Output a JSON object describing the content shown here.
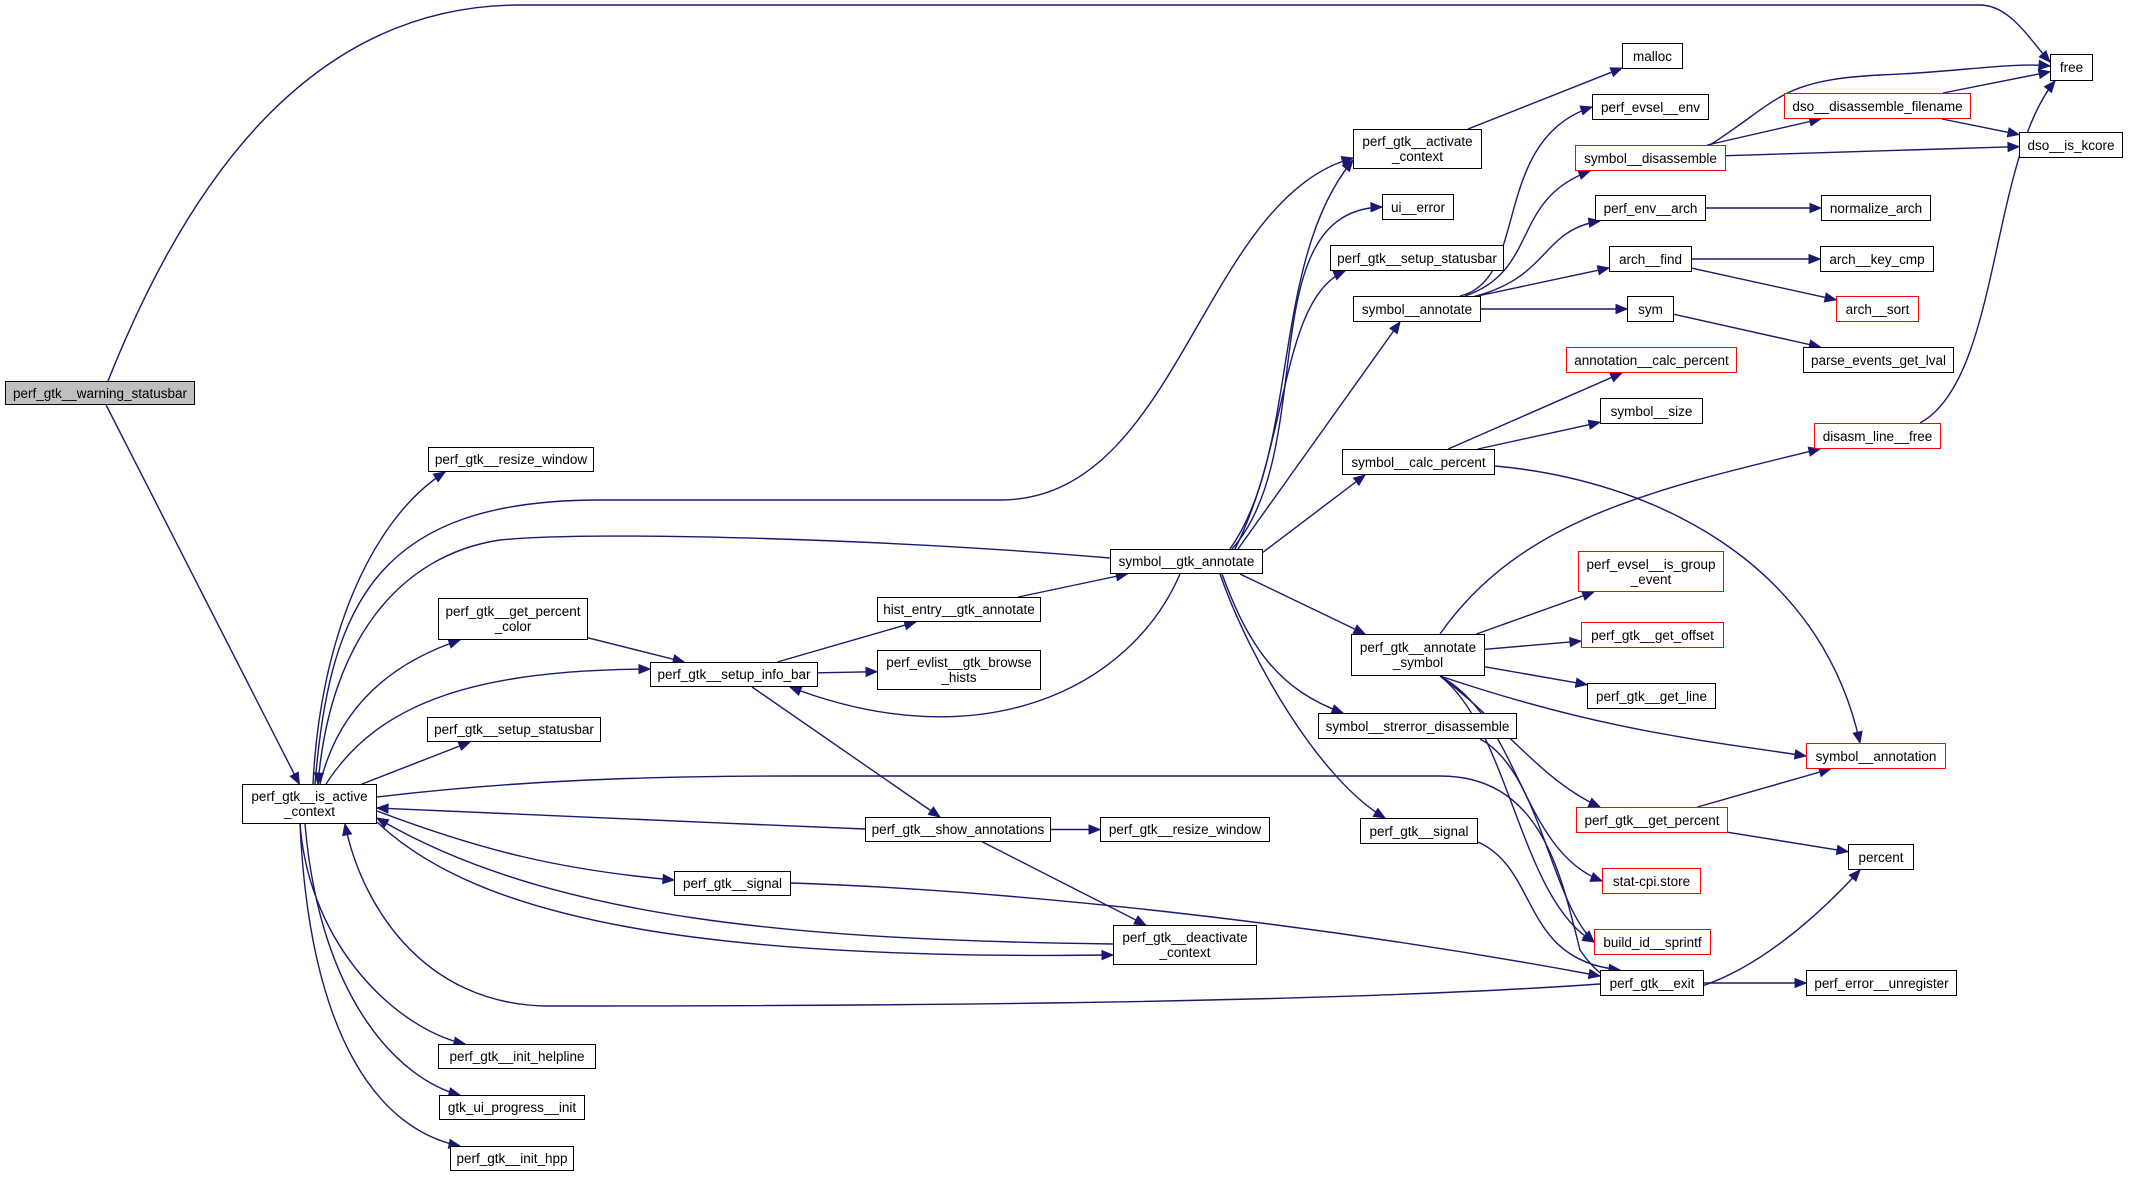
{
  "graph": {
    "edge_color": "#191970",
    "root_fill": "#bfbfbf",
    "incomplete_border": "#ff0000",
    "nodes": {
      "warning_statusbar": {
        "lines": [
          "perf_gtk__warning_statusbar"
        ],
        "style": "root"
      },
      "is_active_context": {
        "lines": [
          "perf_gtk__is_active",
          "_context"
        ]
      },
      "resize_window_a": {
        "lines": [
          "perf_gtk__resize_window"
        ]
      },
      "get_percent_color": {
        "lines": [
          "perf_gtk__get_percent",
          "_color"
        ]
      },
      "setup_statusbar_a": {
        "lines": [
          "perf_gtk__setup_statusbar"
        ]
      },
      "setup_info_bar": {
        "lines": [
          "perf_gtk__setup_info_bar"
        ]
      },
      "hist_entry_annotate": {
        "lines": [
          "hist_entry__gtk_annotate"
        ]
      },
      "evlist_browse_hists": {
        "lines": [
          "perf_evlist__gtk_browse",
          "_hists"
        ]
      },
      "show_annotations": {
        "lines": [
          "perf_gtk__show_annotations"
        ]
      },
      "resize_window_b": {
        "lines": [
          "perf_gtk__resize_window"
        ]
      },
      "signal_a": {
        "lines": [
          "perf_gtk__signal"
        ]
      },
      "deactivate_context": {
        "lines": [
          "perf_gtk__deactivate",
          "_context"
        ]
      },
      "init_helpline": {
        "lines": [
          "perf_gtk__init_helpline"
        ]
      },
      "progress_init": {
        "lines": [
          "gtk_ui_progress__init"
        ]
      },
      "init_hpp": {
        "lines": [
          "perf_gtk__init_hpp"
        ]
      },
      "symbol_gtk_annotate": {
        "lines": [
          "symbol__gtk_annotate"
        ]
      },
      "activate_context": {
        "lines": [
          "perf_gtk__activate",
          "_context"
        ]
      },
      "malloc": {
        "lines": [
          "malloc"
        ]
      },
      "ui_error": {
        "lines": [
          "ui__error"
        ]
      },
      "setup_statusbar_b": {
        "lines": [
          "perf_gtk__setup_statusbar"
        ]
      },
      "symbol_annotate": {
        "lines": [
          "symbol__annotate"
        ]
      },
      "symbol_calc_percent": {
        "lines": [
          "symbol__calc_percent"
        ]
      },
      "annotate_symbol": {
        "lines": [
          "perf_gtk__annotate",
          "_symbol"
        ]
      },
      "strerror_disassemble": {
        "lines": [
          "symbol__strerror_disassemble"
        ]
      },
      "signal_b": {
        "lines": [
          "perf_gtk__signal"
        ]
      },
      "exit": {
        "lines": [
          "perf_gtk__exit"
        ]
      },
      "perf_evsel_env": {
        "lines": [
          "perf_evsel__env"
        ]
      },
      "symbol_disassemble": {
        "lines": [
          "symbol__disassemble"
        ],
        "style": "red"
      },
      "perf_env_arch": {
        "lines": [
          "perf_env__arch"
        ]
      },
      "arch_find": {
        "lines": [
          "arch__find"
        ]
      },
      "sym": {
        "lines": [
          "sym"
        ]
      },
      "annotation_calc_percent": {
        "lines": [
          "annotation__calc_percent"
        ],
        "style": "red"
      },
      "symbol_size": {
        "lines": [
          "symbol__size"
        ]
      },
      "is_group_event": {
        "lines": [
          "perf_evsel__is_group",
          "_event"
        ],
        "style": "red"
      },
      "get_offset": {
        "lines": [
          "perf_gtk__get_offset"
        ],
        "style": "red"
      },
      "get_line": {
        "lines": [
          "perf_gtk__get_line"
        ]
      },
      "get_percent": {
        "lines": [
          "perf_gtk__get_percent"
        ],
        "style": "red"
      },
      "stat_cpi_store": {
        "lines": [
          "stat-cpi.store"
        ],
        "style": "red"
      },
      "build_id_sprintf": {
        "lines": [
          "build_id__sprintf"
        ],
        "style": "red"
      },
      "error_unregister": {
        "lines": [
          "perf_error__unregister"
        ]
      },
      "dso_disassemble_filename": {
        "lines": [
          "dso__disassemble_filename"
        ],
        "style": "red"
      },
      "normalize_arch": {
        "lines": [
          "normalize_arch"
        ]
      },
      "arch_key_cmp": {
        "lines": [
          "arch__key_cmp"
        ]
      },
      "arch_sort": {
        "lines": [
          "arch__sort"
        ],
        "style": "red"
      },
      "parse_events_get_lval": {
        "lines": [
          "parse_events_get_lval"
        ]
      },
      "disasm_line_free": {
        "lines": [
          "disasm_line__free"
        ],
        "style": "red"
      },
      "symbol_annotation": {
        "lines": [
          "symbol__annotation"
        ],
        "style": "red"
      },
      "percent": {
        "lines": [
          "percent"
        ]
      },
      "free": {
        "lines": [
          "free"
        ]
      },
      "dso_is_kcore": {
        "lines": [
          "dso__is_kcore"
        ]
      }
    },
    "edges": [
      [
        "warning_statusbar",
        "free"
      ],
      [
        "warning_statusbar",
        "is_active_context"
      ],
      [
        "is_active_context",
        "resize_window_a"
      ],
      [
        "is_active_context",
        "get_percent_color"
      ],
      [
        "is_active_context",
        "setup_statusbar_a"
      ],
      [
        "is_active_context",
        "setup_info_bar"
      ],
      [
        "is_active_context",
        "activate_context"
      ],
      [
        "is_active_context",
        "signal_a"
      ],
      [
        "is_active_context",
        "deactivate_context"
      ],
      [
        "is_active_context",
        "init_helpline"
      ],
      [
        "is_active_context",
        "progress_init"
      ],
      [
        "is_active_context",
        "init_hpp"
      ],
      [
        "is_active_context",
        "percent"
      ],
      [
        "symbol_gtk_annotate",
        "is_active_context"
      ],
      [
        "show_annotations",
        "is_active_context"
      ],
      [
        "signal_a",
        "exit"
      ],
      [
        "deactivate_context",
        "is_active_context"
      ],
      [
        "exit",
        "is_active_context"
      ],
      [
        "get_percent_color",
        "setup_info_bar"
      ],
      [
        "setup_info_bar",
        "hist_entry_annotate"
      ],
      [
        "setup_info_bar",
        "evlist_browse_hists"
      ],
      [
        "setup_info_bar",
        "show_annotations"
      ],
      [
        "hist_entry_annotate",
        "symbol_gtk_annotate"
      ],
      [
        "symbol_gtk_annotate",
        "setup_info_bar"
      ],
      [
        "show_annotations",
        "resize_window_b"
      ],
      [
        "show_annotations",
        "deactivate_context"
      ],
      [
        "symbol_gtk_annotate",
        "activate_context"
      ],
      [
        "symbol_gtk_annotate",
        "ui_error"
      ],
      [
        "symbol_gtk_annotate",
        "setup_statusbar_b"
      ],
      [
        "symbol_gtk_annotate",
        "symbol_annotate"
      ],
      [
        "symbol_gtk_annotate",
        "symbol_calc_percent"
      ],
      [
        "symbol_gtk_annotate",
        "annotate_symbol"
      ],
      [
        "symbol_gtk_annotate",
        "strerror_disassemble"
      ],
      [
        "symbol_gtk_annotate",
        "signal_b"
      ],
      [
        "activate_context",
        "malloc"
      ],
      [
        "symbol_annotate",
        "perf_evsel_env"
      ],
      [
        "symbol_annotate",
        "symbol_disassemble"
      ],
      [
        "symbol_annotate",
        "perf_env_arch"
      ],
      [
        "symbol_annotate",
        "arch_find"
      ],
      [
        "symbol_annotate",
        "sym"
      ],
      [
        "symbol_disassemble",
        "free"
      ],
      [
        "symbol_disassemble",
        "dso_disassemble_filename"
      ],
      [
        "symbol_disassemble",
        "dso_is_kcore"
      ],
      [
        "dso_disassemble_filename",
        "free"
      ],
      [
        "dso_disassemble_filename",
        "dso_is_kcore"
      ],
      [
        "perf_env_arch",
        "normalize_arch"
      ],
      [
        "arch_find",
        "arch_key_cmp"
      ],
      [
        "arch_find",
        "arch_sort"
      ],
      [
        "sym",
        "parse_events_get_lval"
      ],
      [
        "symbol_calc_percent",
        "annotation_calc_percent"
      ],
      [
        "symbol_calc_percent",
        "symbol_size"
      ],
      [
        "symbol_calc_percent",
        "symbol_annotation"
      ],
      [
        "annotate_symbol",
        "disasm_line_free"
      ],
      [
        "annotate_symbol",
        "is_group_event"
      ],
      [
        "annotate_symbol",
        "get_offset"
      ],
      [
        "annotate_symbol",
        "get_line"
      ],
      [
        "annotate_symbol",
        "symbol_annotation"
      ],
      [
        "annotate_symbol",
        "get_percent"
      ],
      [
        "annotate_symbol",
        "stat_cpi_store"
      ],
      [
        "annotate_symbol",
        "build_id_sprintf"
      ],
      [
        "disasm_line_free",
        "free"
      ],
      [
        "get_percent",
        "symbol_annotation"
      ],
      [
        "get_percent",
        "percent"
      ],
      [
        "strerror_disassemble",
        "build_id_sprintf"
      ],
      [
        "signal_b",
        "exit"
      ],
      [
        "exit",
        "error_unregister"
      ]
    ]
  }
}
